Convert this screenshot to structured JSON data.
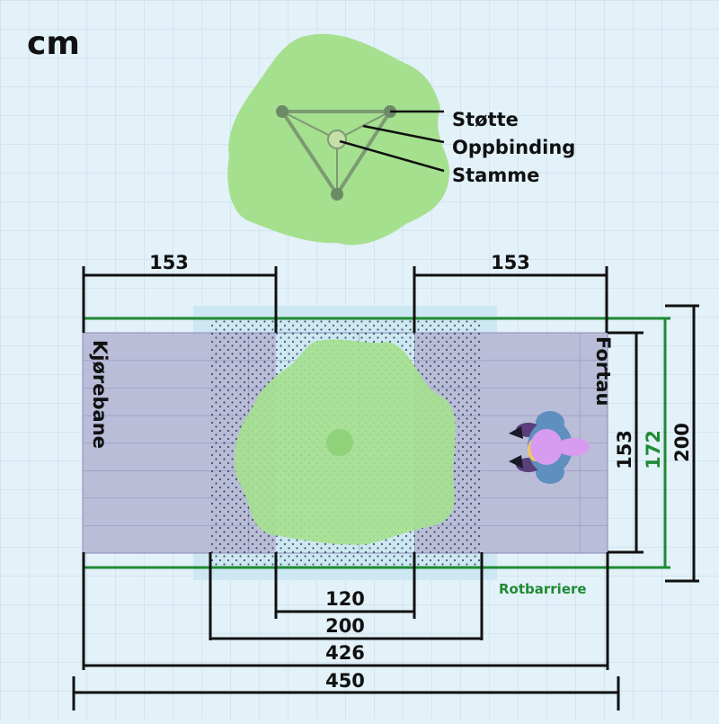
{
  "unit_label": "cm",
  "top_view": {
    "labels": {
      "support": "Støtte",
      "tying": "Oppbinding",
      "trunk": "Stamme"
    }
  },
  "plan": {
    "road_label": "Kjørebane",
    "sidewalk_label": "Fortau",
    "root_barrier_label": "Rotbarriere"
  },
  "dimensions": {
    "top_left": "153",
    "top_right": "153",
    "bottom_120": "120",
    "bottom_200": "200",
    "bottom_426": "426",
    "bottom_450": "450",
    "right_153": "153",
    "right_172": "172",
    "right_200": "200"
  },
  "colors": {
    "background": "#e3f1f9",
    "grid": "#c4d9e6",
    "paving": "#b9bdd8",
    "paving_joints": "#8a8cb8",
    "planting_pit": "#cde8f2",
    "canopy": "#a5e08f",
    "root_barrier": "#1f8a34",
    "text": "#111111"
  }
}
